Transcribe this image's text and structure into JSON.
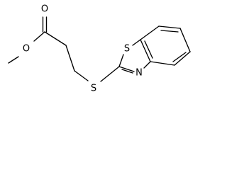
{
  "molecule": {
    "atoms": {
      "carbonyl_oxygen": "O",
      "ester_oxygen": "O",
      "thioether_sulfur": "S",
      "ring_sulfur": "S",
      "ring_nitrogen": "N"
    },
    "colors": {
      "bond": "#000000",
      "label": "#000000",
      "background": "#ffffff"
    }
  }
}
